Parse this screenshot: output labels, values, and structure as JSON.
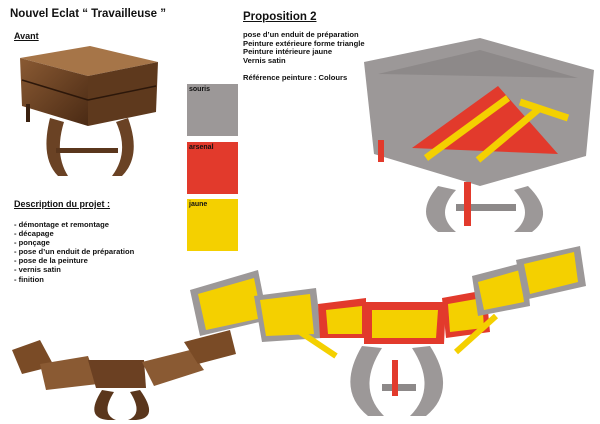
{
  "header": {
    "title": "Nouvel Eclat “ Travailleuse ”",
    "avant_label": "Avant"
  },
  "proposition": {
    "title": "Proposition 2",
    "lines": [
      "pose d’un enduit de préparation",
      "Peinture extérieure forme triangle",
      "Peinture intérieure jaune",
      "Vernis satin"
    ],
    "reference": "Référence peinture : Colours"
  },
  "swatches": [
    {
      "name": "souris",
      "color": "#9c9898"
    },
    {
      "name": "arsenal",
      "color": "#e23a2c"
    },
    {
      "name": "jaune",
      "color": "#f4d000"
    }
  ],
  "description": {
    "title": "Description du projet :",
    "items": [
      "- démontage et remontage",
      "- décapage",
      "- ponçage",
      "- pose d’un enduit de préparation",
      "- pose de la peinture",
      "- vernis satin",
      "- finition"
    ]
  }
}
